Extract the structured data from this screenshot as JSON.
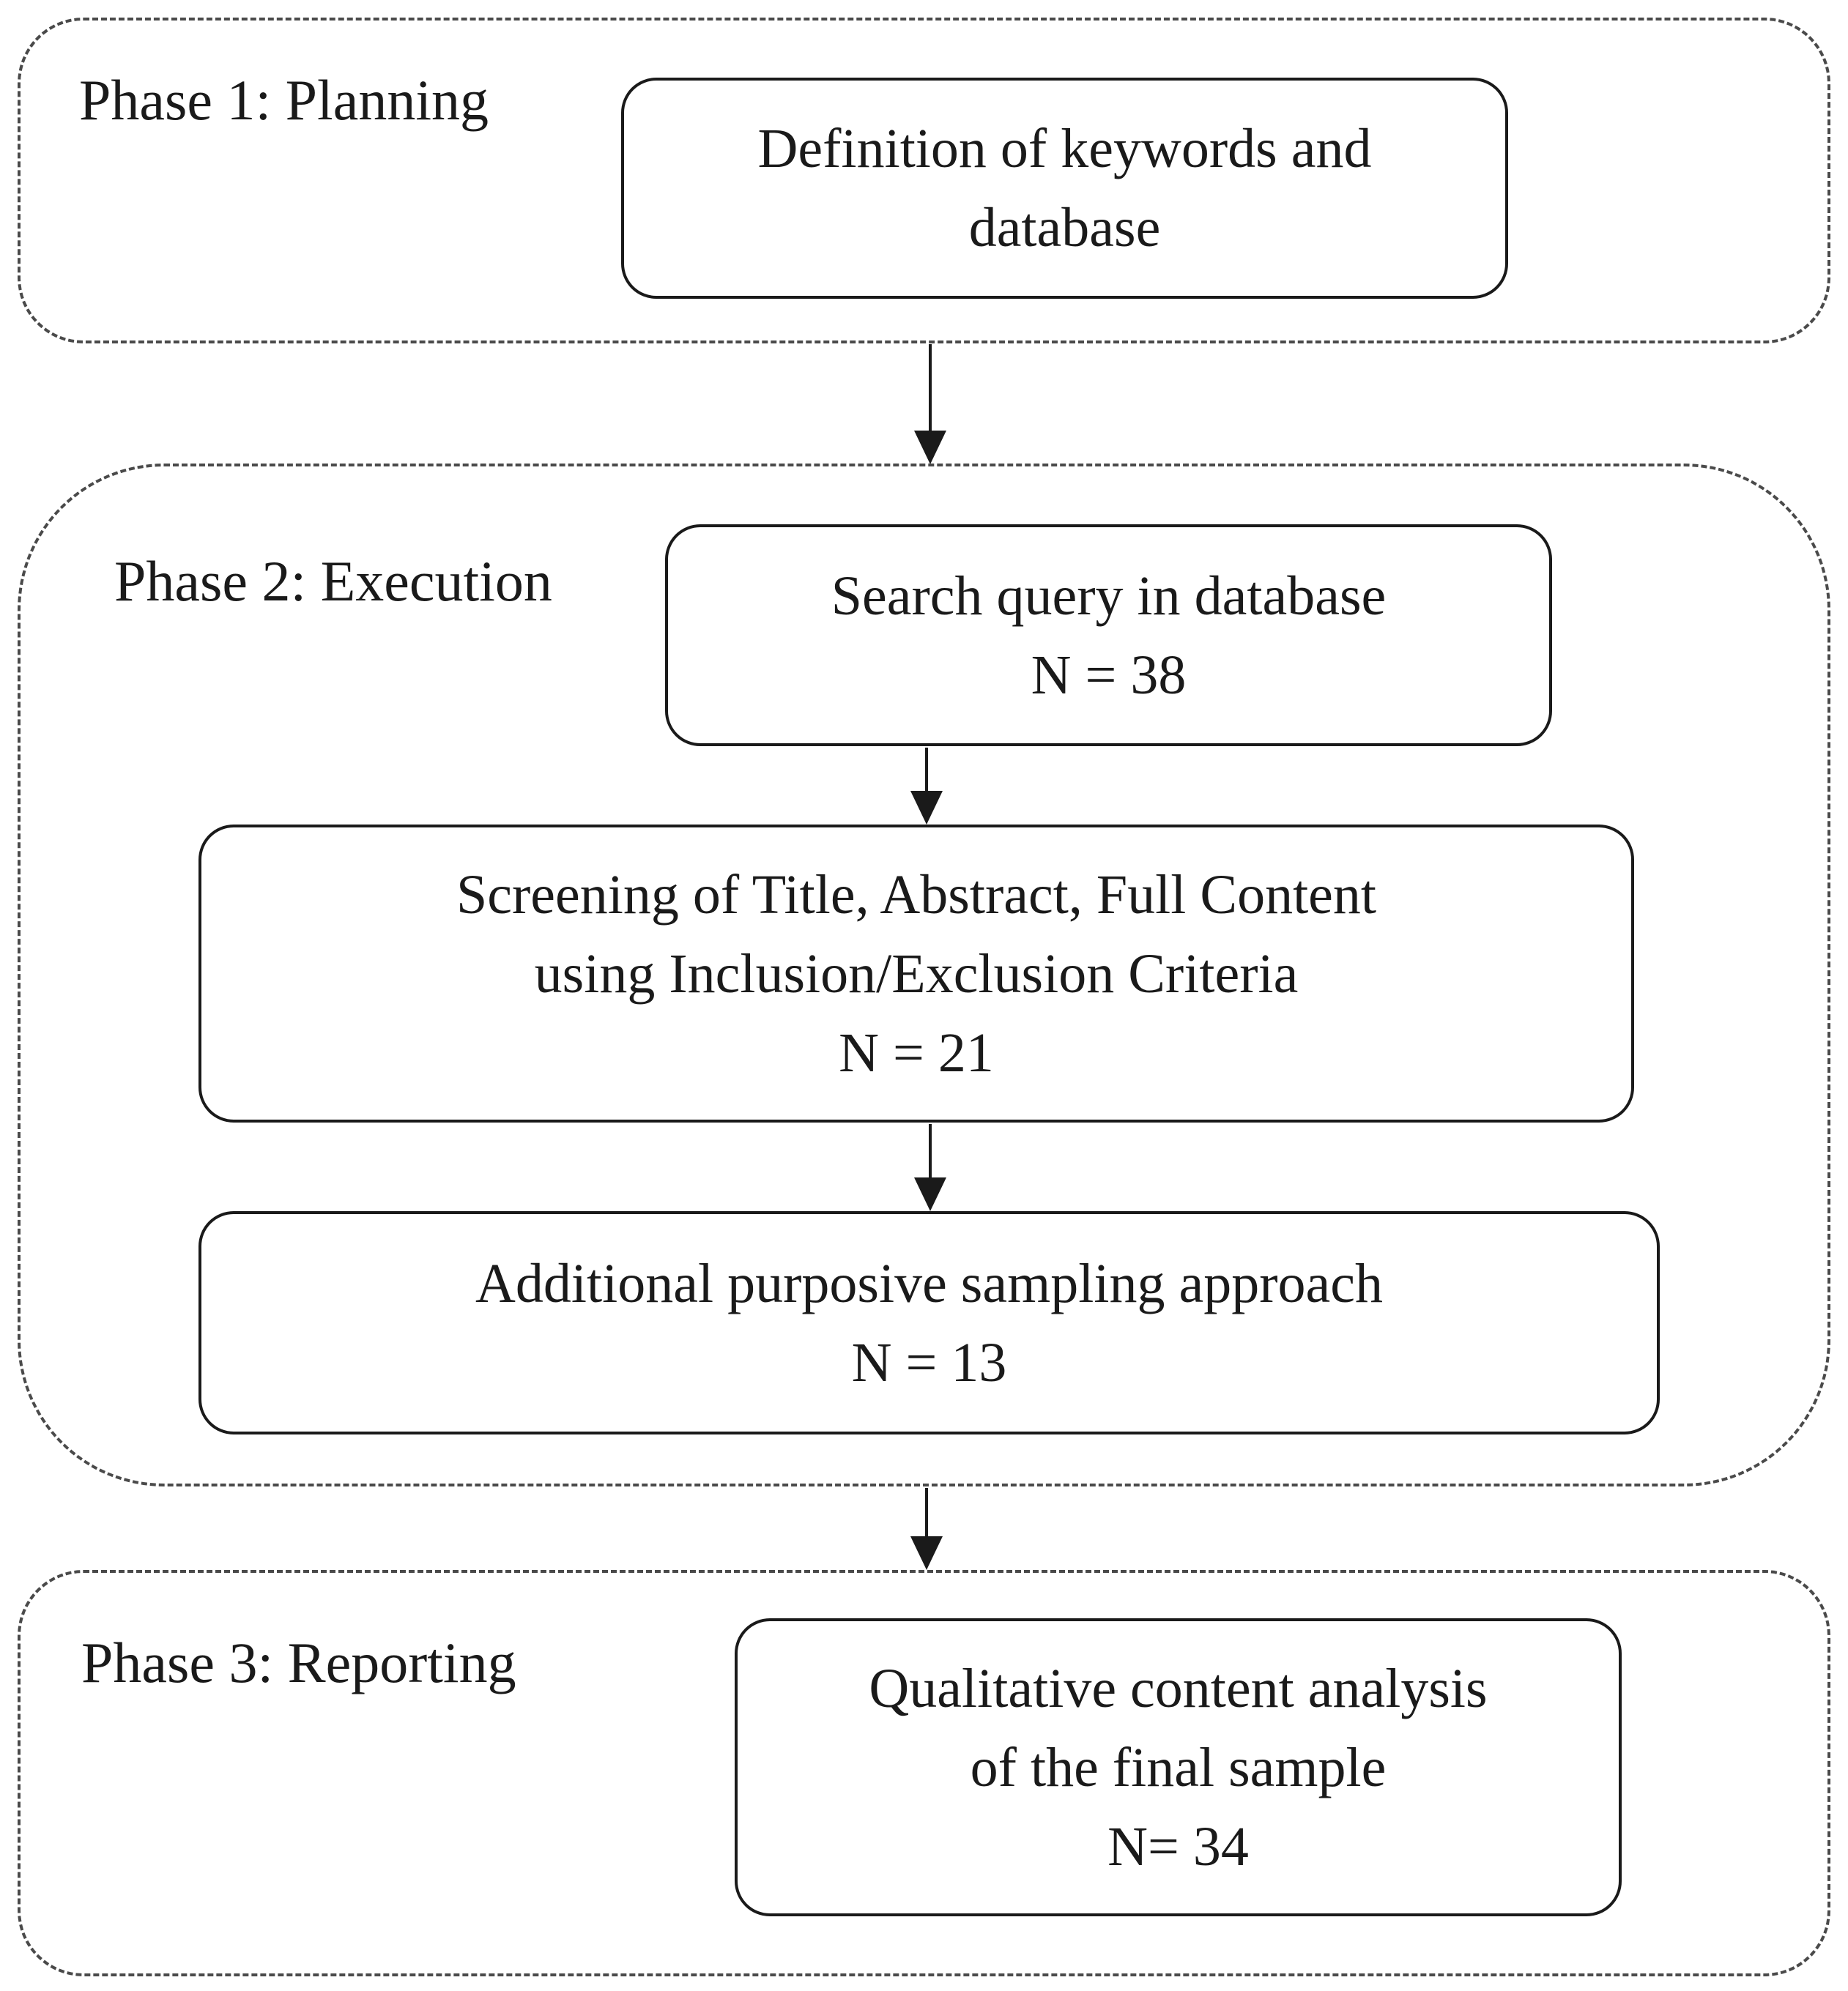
{
  "phases": {
    "planning": {
      "label": "Phase 1: Planning",
      "steps": [
        {
          "lines": [
            "Definition of keywords and",
            "database"
          ]
        }
      ]
    },
    "execution": {
      "label": "Phase 2: Execution",
      "steps": [
        {
          "lines": [
            "Search query in database"
          ],
          "count": "N = 38"
        },
        {
          "lines": [
            "Screening of Title, Abstract, Full Content",
            "using Inclusion/Exclusion Criteria"
          ],
          "count": "N = 21"
        },
        {
          "lines": [
            "Additional purposive sampling approach"
          ],
          "count": "N = 13"
        }
      ]
    },
    "reporting": {
      "label": "Phase 3: Reporting",
      "steps": [
        {
          "lines": [
            "Qualitative content analysis",
            "of the final sample"
          ],
          "count": "N= 34"
        }
      ]
    }
  }
}
